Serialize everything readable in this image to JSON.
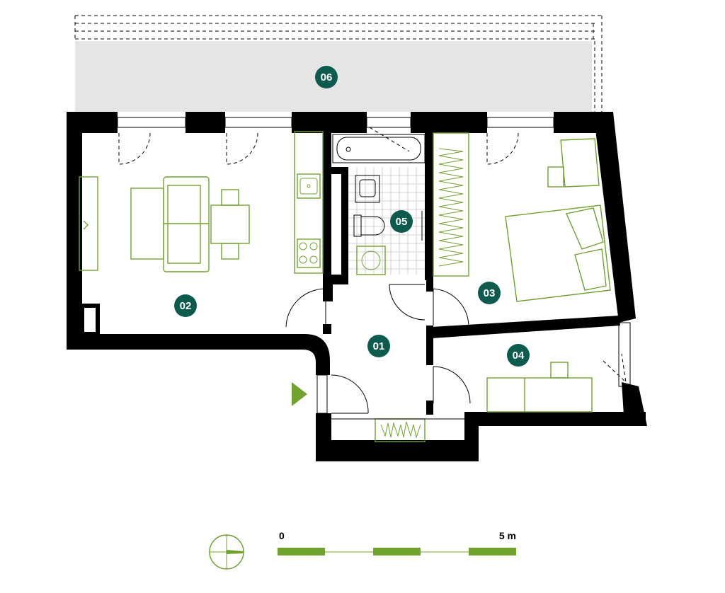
{
  "rooms": {
    "r01": "01",
    "r02": "02",
    "r03": "03",
    "r04": "04",
    "r05": "05",
    "r06": "06"
  },
  "scale": {
    "start_label": "0",
    "end_label": "5 m"
  },
  "colors": {
    "badge": "#0d5b4f",
    "furniture": "#6fa32d",
    "wall": "#000000",
    "terrace": "#e5e5e5",
    "entrance": "#6fa32d"
  },
  "icons": {
    "entrance": "entrance-arrow-icon",
    "north": "north-arrow-compass-icon"
  }
}
